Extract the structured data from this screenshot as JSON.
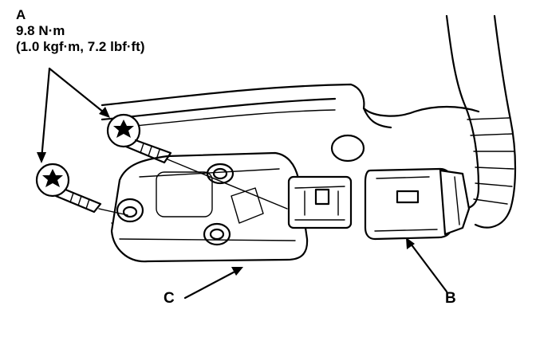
{
  "callouts": {
    "a": {
      "letter": "A",
      "torque_nm": "9.8 N·m",
      "torque_alt": "(1.0 kgf·m, 7.2 lbf·ft)"
    },
    "b": {
      "letter": "B"
    },
    "c": {
      "letter": "C"
    }
  }
}
